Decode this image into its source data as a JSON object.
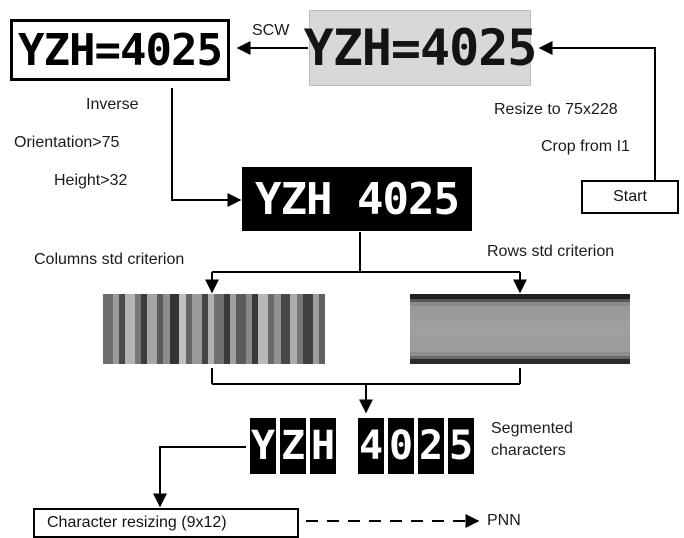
{
  "plates": {
    "raw": "YZH=4025",
    "binarized": "YZH=4025",
    "inverted": "YZH 4025"
  },
  "labels": {
    "scw": "SCW",
    "inverse": "Inverse",
    "orientation": "Orientation>75",
    "height": "Height>32",
    "resize": "Resize to 75x228",
    "crop": "Crop from I1",
    "start": "Start",
    "columns_std": "Columns std criterion",
    "rows_std": "Rows std criterion",
    "segmented_1": "Segmented",
    "segmented_2": "characters",
    "char_resize": "Character resizing (9x12)",
    "pnn": "PNN"
  },
  "segmented_chars": [
    "Y",
    "Z",
    "H",
    "4",
    "0",
    "2",
    "5"
  ],
  "column_stripes": [
    "#6e6e6e",
    "#9a9a9a",
    "#4a4a4a",
    "#b4b4b4",
    "#777",
    "#3c3c3c",
    "#a6a6a6",
    "#5a5a5a",
    "#8c8c8c",
    "#333",
    "#c0c0c0",
    "#666",
    "#999",
    "#444",
    "#b0b0b0",
    "#707070",
    "#383838",
    "#a0a0a0",
    "#5c5c5c",
    "#8a8a8a",
    "#3a3a3a",
    "#b8b8b8",
    "#6a6a6a",
    "#929292",
    "#484848",
    "#acacac",
    "#787878",
    "#404040",
    "#9c9c9c",
    "#606060"
  ],
  "row_bands": [
    "#202020",
    "#555",
    "#8a8a8a",
    "#9a9a9a",
    "#a0a0a0",
    "#9c9c9c",
    "#8e8e8e",
    "#6a6a6a",
    "#2a2a2a"
  ]
}
